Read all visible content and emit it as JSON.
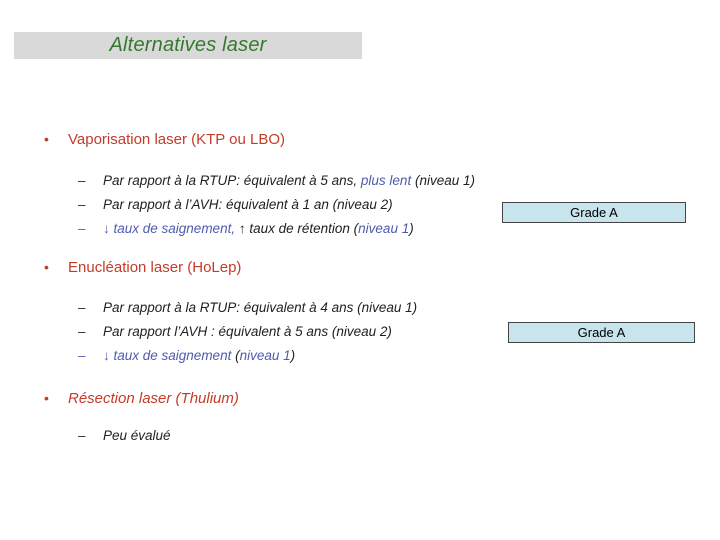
{
  "title": "Alternatives laser",
  "glyphs": {
    "bullet": "•",
    "dash": "–"
  },
  "colors": {
    "green": "#35792e",
    "bar_bg": "#d9d9d9",
    "red": "#c43b28",
    "blue": "#4f5bad",
    "grade_fill": "#c8e4ec",
    "grade_border": "#444444"
  },
  "sections": [
    {
      "heading": "Vaporisation laser (KTP ou LBO)",
      "items": [
        {
          "segments": [
            {
              "text": "Par rapport à la RTUP: équivalent à 5 ans, "
            },
            {
              "text": "plus lent"
            },
            {
              "text": " (niveau 1)"
            }
          ]
        },
        {
          "segments": [
            {
              "text": "Par rapport à l’AVH: équivalent à 1 an (niveau 2)"
            }
          ]
        },
        {
          "segments": [
            {
              "text": "↓ taux de saignement, "
            },
            {
              "text": "↑ taux de rétention ("
            },
            {
              "text": "niveau 1"
            },
            {
              "text": ")"
            }
          ]
        }
      ]
    },
    {
      "heading": "Enucléation laser (HoLep)",
      "items": [
        {
          "segments": [
            {
              "text": "Par rapport à la RTUP: équivalent à 4 ans (niveau 1)"
            }
          ]
        },
        {
          "segments": [
            {
              "text": "Par rapport l’AVH : équivalent à 5 ans (niveau 2)"
            }
          ]
        },
        {
          "segments": [
            {
              "text": "↓ taux de saignement "
            },
            {
              "text": "("
            },
            {
              "text": "niveau 1"
            },
            {
              "text": ")"
            }
          ]
        }
      ]
    },
    {
      "heading": "Résection laser (Thulium)",
      "items": [
        {
          "segments": [
            {
              "text": "Peu évalué"
            }
          ]
        }
      ]
    }
  ],
  "grade_badges": [
    {
      "label": "Grade A"
    },
    {
      "label": "Grade A"
    }
  ]
}
